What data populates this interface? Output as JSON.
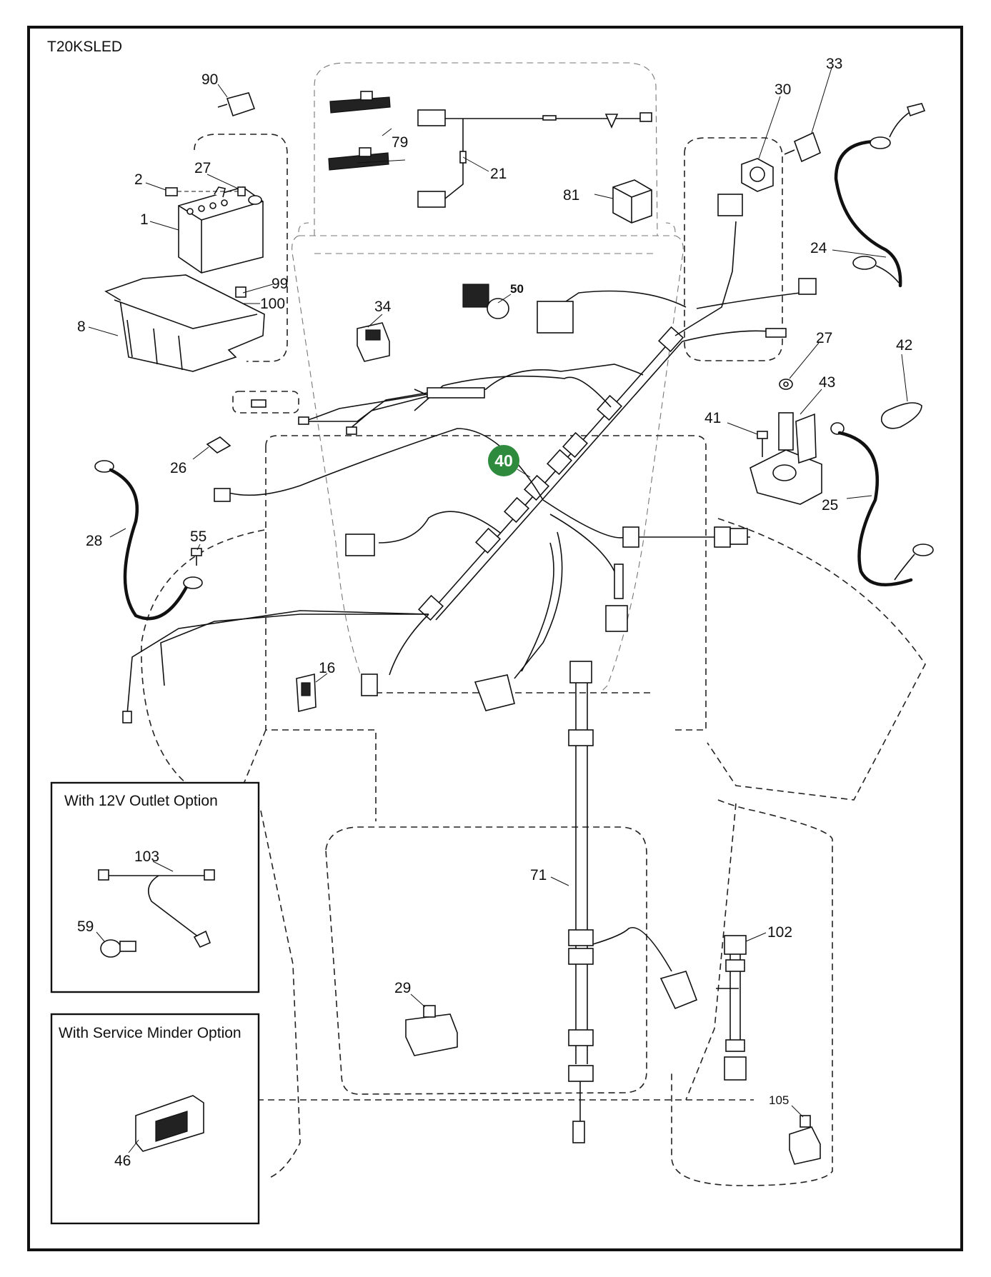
{
  "diagram": {
    "model_code": "T20KSLED",
    "highlight_label": "40",
    "part_labels": [
      {
        "id": "p90",
        "text": "90"
      },
      {
        "id": "p27a",
        "text": "27"
      },
      {
        "id": "p2",
        "text": "2"
      },
      {
        "id": "p1",
        "text": "1"
      },
      {
        "id": "p99",
        "text": "99"
      },
      {
        "id": "p100",
        "text": "100"
      },
      {
        "id": "p8",
        "text": "8"
      },
      {
        "id": "p79",
        "text": "79"
      },
      {
        "id": "p21",
        "text": "21"
      },
      {
        "id": "p81",
        "text": "81"
      },
      {
        "id": "p30",
        "text": "30"
      },
      {
        "id": "p33",
        "text": "33"
      },
      {
        "id": "p24",
        "text": "24"
      },
      {
        "id": "p50",
        "text": "50"
      },
      {
        "id": "p34",
        "text": "34"
      },
      {
        "id": "p27b",
        "text": "27"
      },
      {
        "id": "p42",
        "text": "42"
      },
      {
        "id": "p43",
        "text": "43"
      },
      {
        "id": "p41",
        "text": "41"
      },
      {
        "id": "p26",
        "text": "26"
      },
      {
        "id": "p25",
        "text": "25"
      },
      {
        "id": "p28",
        "text": "28"
      },
      {
        "id": "p55",
        "text": "55"
      },
      {
        "id": "p16",
        "text": "16"
      },
      {
        "id": "p71",
        "text": "71"
      },
      {
        "id": "p102",
        "text": "102"
      },
      {
        "id": "p29",
        "text": "29"
      },
      {
        "id": "p105",
        "text": "105"
      },
      {
        "id": "p103",
        "text": "103"
      },
      {
        "id": "p59",
        "text": "59"
      },
      {
        "id": "p46",
        "text": "46"
      }
    ],
    "insets": {
      "outlet": {
        "title": "With 12V Outlet Option"
      },
      "minder": {
        "title": "With Service Minder Option"
      }
    }
  }
}
